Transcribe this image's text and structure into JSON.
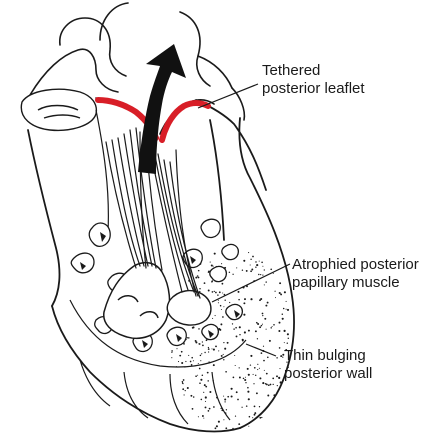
{
  "labels": {
    "leaflet": [
      "Tethered",
      "posterior leaflet"
    ],
    "muscle": [
      "Atrophied posterior",
      "papillary muscle"
    ],
    "wall": [
      "Thin bulging",
      "posterior wall"
    ]
  },
  "colors": {
    "leaflet_highlight": "#d81e27",
    "arrow": "#111111",
    "ink": "#1a1a1a",
    "background": "#ffffff"
  },
  "icons": {
    "arrow": "curved-arrow-up-icon"
  }
}
